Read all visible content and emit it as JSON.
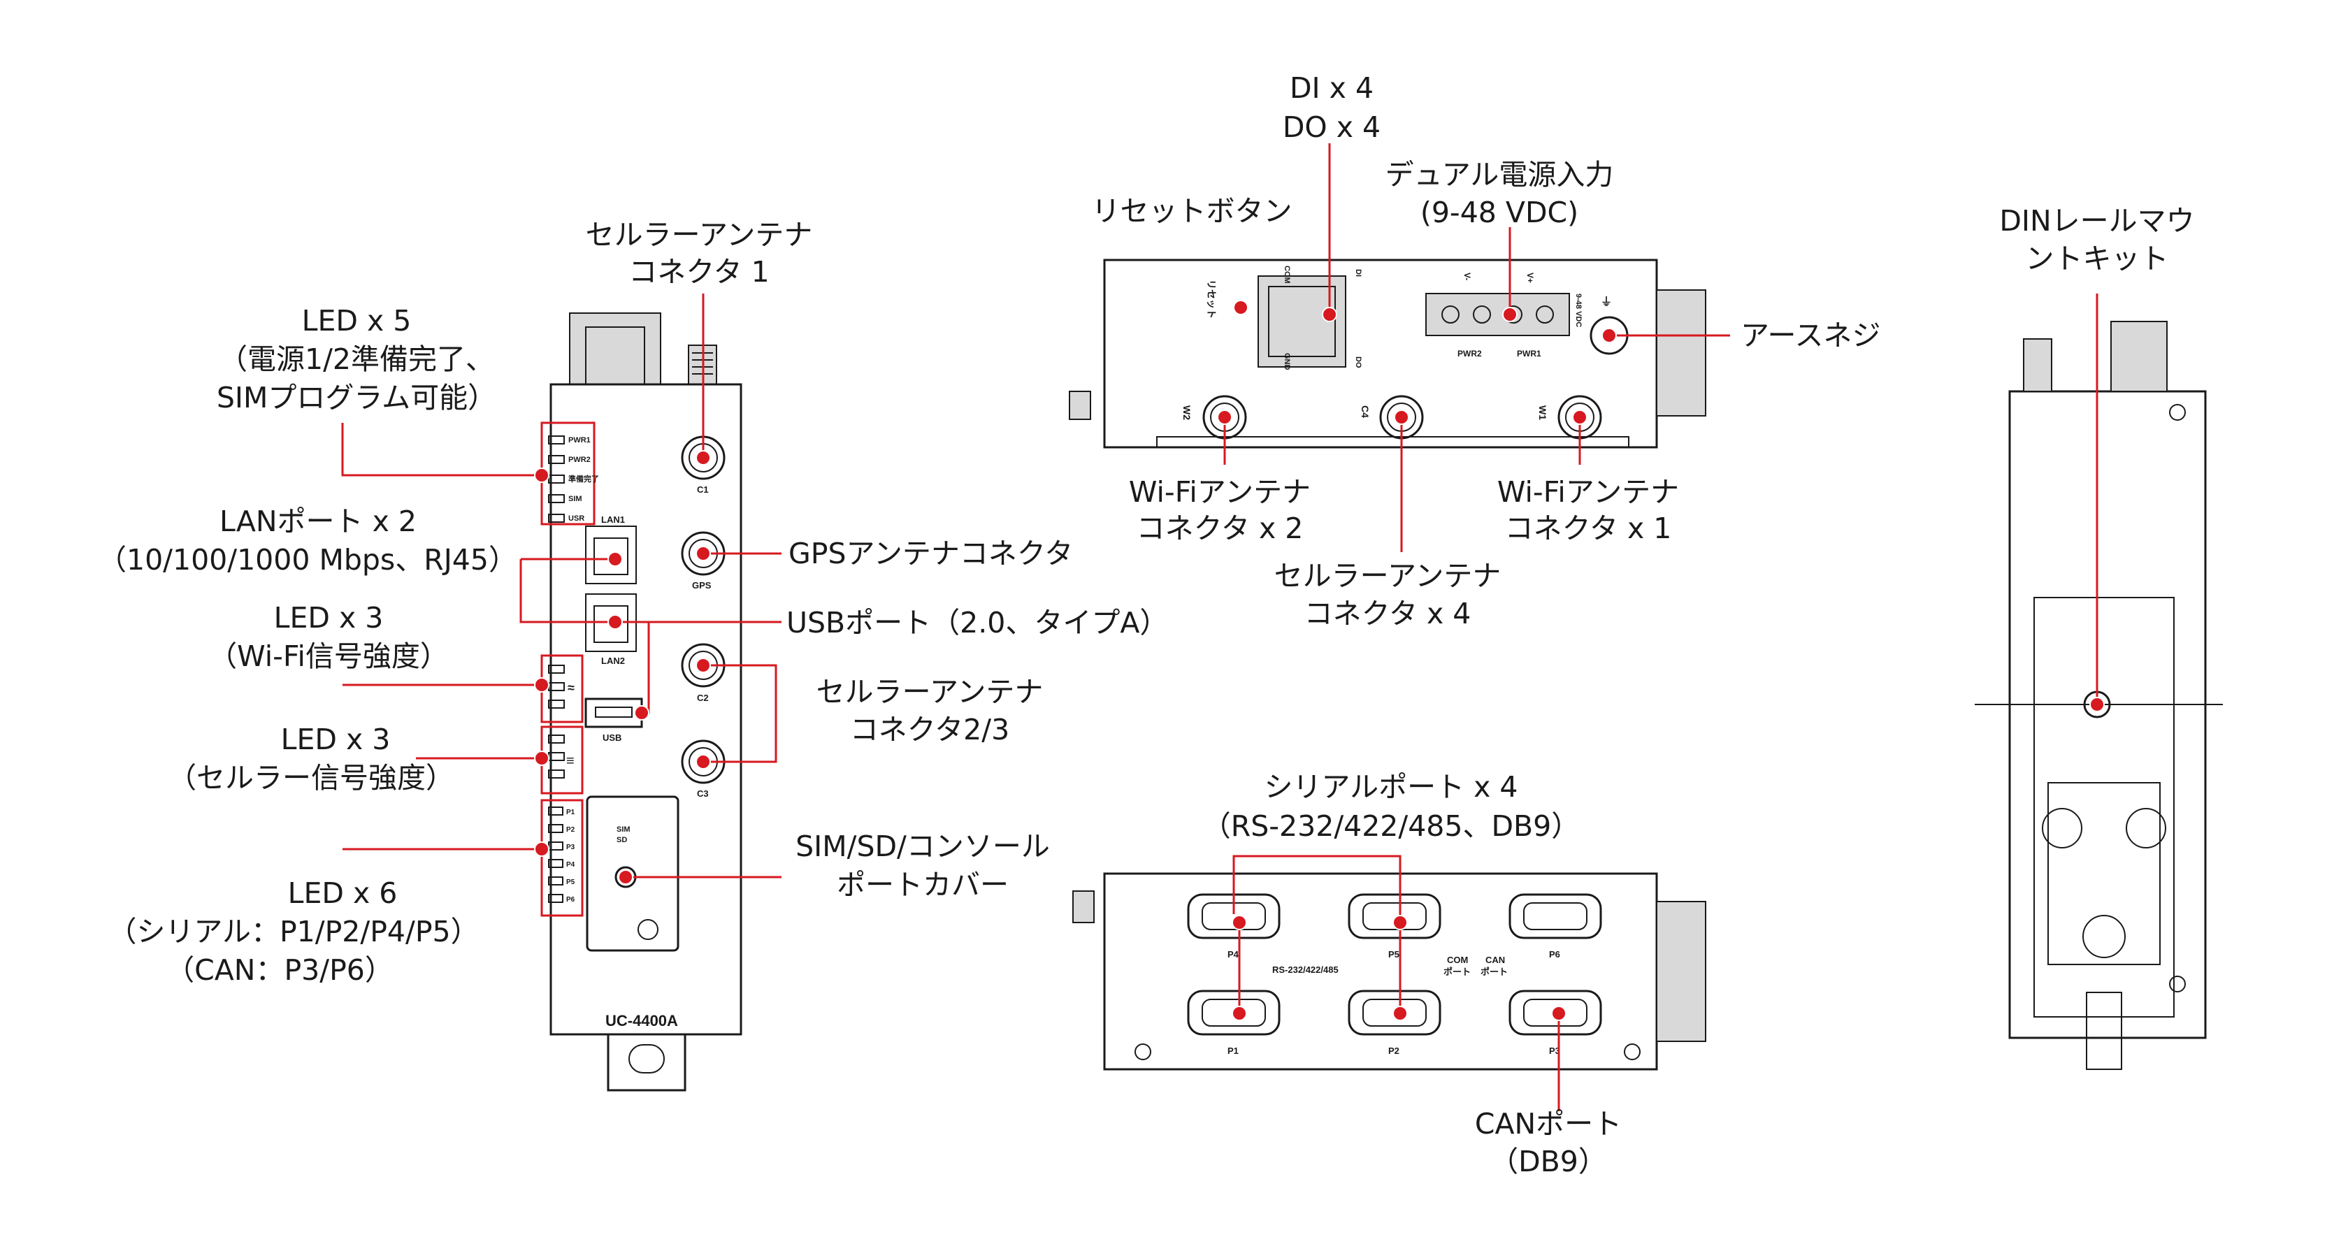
{
  "colors": {
    "accent": "#d71920",
    "line": "#1a1a1a",
    "background": "#ffffff"
  },
  "callouts": {
    "cell_1": [
      "セルラーアンテナ",
      "コネクタ 1"
    ],
    "led_power": [
      "LED x 5",
      "（電源1/2準備完了、",
      "SIMプログラム可能）"
    ],
    "lan": [
      "LANポート x 2",
      "（10/100/1000 Mbps、RJ45）"
    ],
    "led_wifi": [
      "LED x 3",
      "（Wi-Fi信号強度）"
    ],
    "led_cell": [
      "LED x 3",
      "（セルラー信号強度）"
    ],
    "led_serial": [
      "LED x 6",
      "（シリアル：P1/P2/P4/P5）",
      "（CAN：P3/P6）"
    ],
    "gps": [
      "GPSアンテナコネクタ"
    ],
    "usb": [
      "USBポート（2.0、タイプA）"
    ],
    "cell_23": [
      "セルラーアンテナ",
      "コネクタ2/3"
    ],
    "sim_cover": [
      "SIM/SD/コンソール",
      "ポートカバー"
    ],
    "dio": [
      "DI x 4",
      "DO x 4"
    ],
    "reset": [
      "リセットボタン"
    ],
    "power": [
      "デュアル電源入力",
      "(9-48 VDC)"
    ],
    "ground": [
      "アースネジ"
    ],
    "wifi2": [
      "Wi-Fiアンテナ",
      "コネクタ x 2"
    ],
    "cell4": [
      "セルラーアンテナ",
      "コネクタ x 4"
    ],
    "wifi1": [
      "Wi-Fiアンテナ",
      "コネクタ x 1"
    ],
    "din": [
      "DINレールマウ",
      "ントキット"
    ],
    "serial": [
      "シリアルポート x 4",
      "（RS-232/422/485、DB9）"
    ],
    "can": [
      "CANポート",
      "（DB9）"
    ]
  },
  "device": {
    "model": "UC-4400A",
    "front_leds": [
      "PWR1",
      "PWR2",
      "準備完了",
      "SIM",
      "USR"
    ],
    "serial_leds": [
      "P1",
      "P2",
      "P3",
      "P4",
      "P5",
      "P6"
    ],
    "lan_labels": [
      "LAN1",
      "LAN2"
    ],
    "antenna_labels": [
      "C1",
      "GPS",
      "C2",
      "C3"
    ],
    "usb_label": "USB",
    "sim_labels": [
      "SIM",
      "SD"
    ],
    "top_antenna_labels": [
      "W2",
      "C4",
      "W1"
    ],
    "top_small": {
      "reset": "リセット",
      "pwr2": "PWR2",
      "pwr1": "PWR1",
      "vdc": "9-48 VDC",
      "com": "COM",
      "gnd": "GND",
      "di": "DI",
      "do": "DO",
      "v_minus": "V-",
      "v_plus": "V+"
    },
    "bottom_ports": [
      "P4",
      "P5",
      "P6",
      "P1",
      "P2",
      "P3"
    ],
    "bottom_small": {
      "rs": "RS-232/422/485",
      "com": "COM",
      "can": "CAN",
      "port": "ポート"
    }
  }
}
